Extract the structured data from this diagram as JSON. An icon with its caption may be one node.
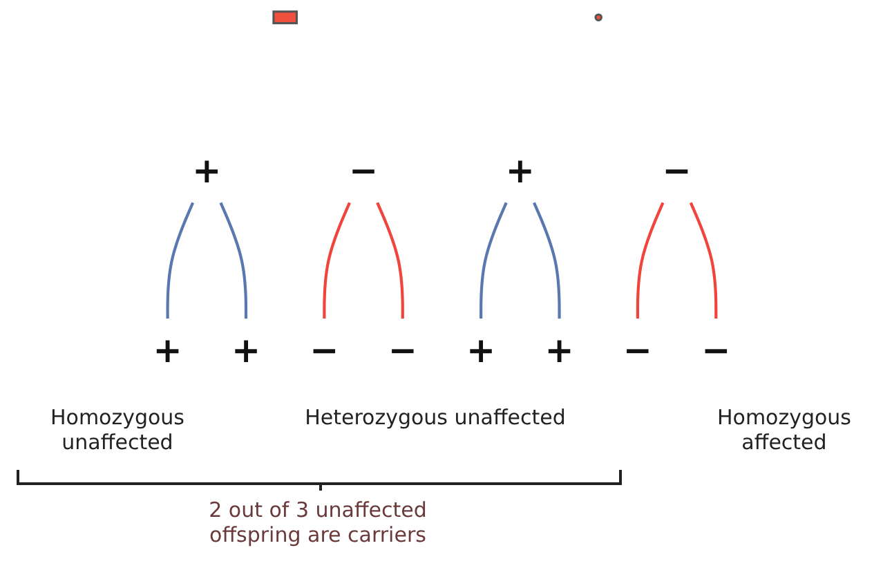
{
  "diagram": {
    "nodes": [
      {
        "text": [],
        "shape": "box"
      },
      {
        "text": [],
        "shape": "circle"
      },
      {
        "text": [
          "+"
        ]
      },
      {
        "text": [
          "−"
        ]
      },
      {
        "text": [
          "+"
        ]
      },
      {
        "text": [
          "−"
        ]
      },
      {
        "text": [
          "+"
        ]
      },
      {
        "text": [
          "+"
        ]
      },
      {
        "text": [
          "+"
        ]
      },
      {
        "text": [
          "−"
        ]
      },
      {
        "text": [
          "−"
        ]
      },
      {
        "text": [
          "+"
        ]
      },
      {
        "text": [
          "−"
        ]
      },
      {
        "text": [
          "−"
        ]
      }
    ],
    "edges": [
      {
        "from": 2,
        "to": 6,
        "arrow": "none",
        "color": "#5a78b0"
      },
      {
        "from": 2,
        "to": 8,
        "arrow": "none",
        "color": "#5a78b0"
      },
      {
        "from": 3,
        "to": 10,
        "arrow": "none",
        "color": "#f0443c"
      },
      {
        "from": 3,
        "to": 12,
        "arrow": "none",
        "color": "#f0443c"
      },
      {
        "from": 4,
        "to": 7,
        "arrow": "none",
        "color": "#5a78b0"
      },
      {
        "from": 4,
        "to": 11,
        "arrow": "none",
        "color": "#5a78b0"
      },
      {
        "from": 5,
        "to": 9,
        "arrow": "none",
        "color": "#f0443c"
      },
      {
        "from": 5,
        "to": 13,
        "arrow": "none",
        "color": "#f0443c"
      }
    ],
    "labels": [
      "Homozygous unaffected",
      "Heterozygous unaffected",
      "Homozygous affected",
      "2 out of 3 unaffected offspring are carriers"
    ]
  }
}
